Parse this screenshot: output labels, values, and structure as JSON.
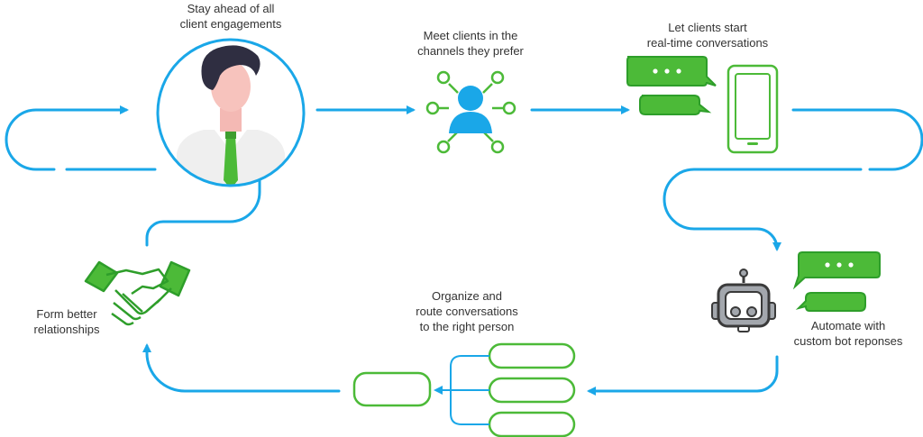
{
  "colors": {
    "flow": "#1aa7e8",
    "green": "#4cba38",
    "green_dark": "#2e9e2a",
    "blue": "#1aa7e8",
    "text": "#333333",
    "robot_grey": "#a3a7ad",
    "robot_dark": "#3a3a3a"
  },
  "steps": {
    "stay_ahead": {
      "line1": "Stay ahead of all",
      "line2": "client engagements",
      "icon": "businessman-avatar-icon"
    },
    "meet_clients": {
      "line1": "Meet clients in the",
      "line2": "channels they prefer",
      "icon": "network-user-icon"
    },
    "realtime": {
      "line1": "Let clients start",
      "line2": "real-time conversations",
      "icon": "phone-chat-icon"
    },
    "automate": {
      "line1": "Automate with",
      "line2": "custom bot reponses",
      "icon": "robot-chat-icon"
    },
    "organize": {
      "line1": "Organize and",
      "line2": "route conversations",
      "line3": "to the right person",
      "icon": "routing-tree-icon"
    },
    "relationships": {
      "line1": "Form better",
      "line2": "relationships",
      "icon": "handshake-icon"
    }
  }
}
